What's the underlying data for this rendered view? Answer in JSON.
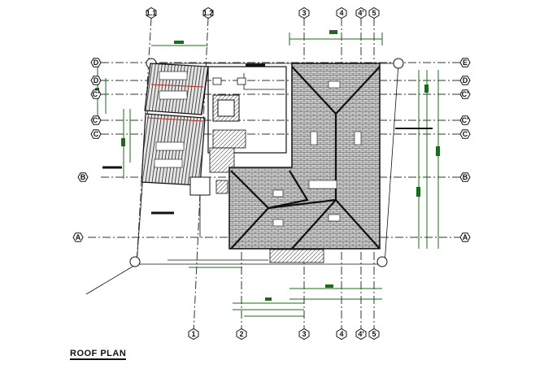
{
  "drawing": {
    "title": "ROOF PLAN"
  },
  "grid": {
    "top_labels": [
      "1.1",
      "1.2",
      "3",
      "4",
      "4'",
      "5"
    ],
    "bottom_labels": [
      "1",
      "2",
      "3",
      "4",
      "4'",
      "5"
    ],
    "left_labels": [
      "D",
      "D",
      "C'",
      "C'",
      "C",
      "B",
      "A"
    ],
    "right_labels": [
      "E",
      "D",
      "C'",
      "C'",
      "C",
      "B",
      "A"
    ]
  },
  "colors": {
    "line": "#111111",
    "dimension": "#1c6b1c",
    "accent": "#c62a1a"
  }
}
